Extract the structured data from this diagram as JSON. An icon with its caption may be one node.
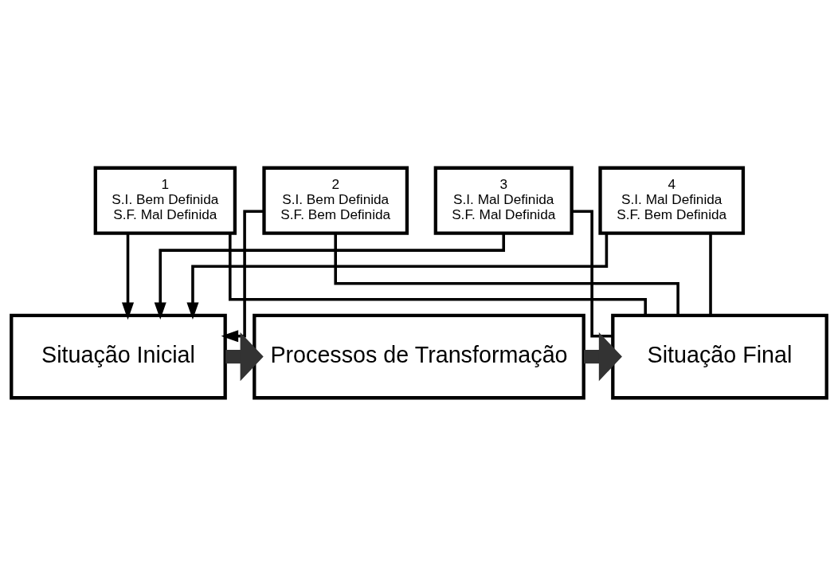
{
  "diagram": {
    "nodes": [
      {
        "text": [
          "1",
          "S.I. Bem Definida",
          "S.F. Mal Definida"
        ]
      },
      {
        "text": [
          "2",
          "S.I. Bem Definida",
          "S.F. Bem Definida"
        ]
      },
      {
        "text": [
          "3",
          "S.I. Mal Definida",
          "S.F. Mal Definida"
        ]
      },
      {
        "text": [
          "4",
          "S.I. Mal Definida",
          "S.F. Bem Definida"
        ]
      },
      {
        "text": [
          "Situação Inicial"
        ]
      },
      {
        "text": [
          "Processos de Transformação"
        ]
      },
      {
        "text": [
          "Situação Final"
        ]
      }
    ],
    "edges": [
      {
        "from": 0,
        "to": 4,
        "arrow": "to"
      },
      {
        "from": 1,
        "to": 4,
        "arrow": "to"
      },
      {
        "from": 2,
        "to": 4,
        "arrow": "to"
      },
      {
        "from": 3,
        "to": 4,
        "arrow": "to"
      },
      {
        "from": 0,
        "to": 6,
        "arrow": "none"
      },
      {
        "from": 1,
        "to": 6,
        "arrow": "none"
      },
      {
        "from": 2,
        "to": 6,
        "arrow": "none"
      },
      {
        "from": 3,
        "to": 6,
        "arrow": "none"
      },
      {
        "from": 4,
        "to": 5,
        "arrow": "to",
        "style": "thick"
      },
      {
        "from": 5,
        "to": 6,
        "arrow": "to",
        "style": "thick"
      }
    ]
  }
}
